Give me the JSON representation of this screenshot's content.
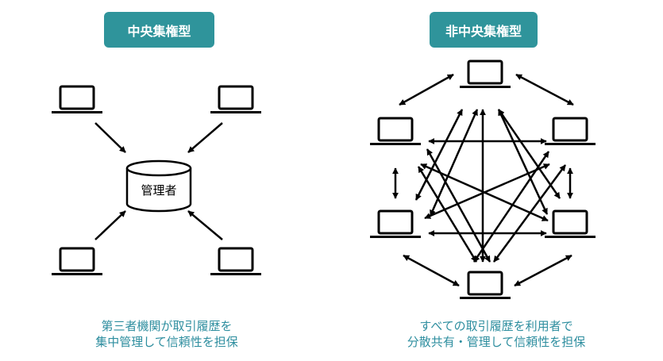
{
  "colors": {
    "accent": "#2f949b",
    "caption": "#2e8e9f",
    "line": "#000000"
  },
  "left_panel": {
    "title": "中央集権型",
    "center_node_label": "管理者",
    "caption_line1": "第三者機関が取引履歴を",
    "caption_line2": "集中管理して信頼性を担保"
  },
  "right_panel": {
    "title": "非中央集権型",
    "caption_line1": "すべての取引履歴を利用者で",
    "caption_line2": "分散共有・管理して信頼性を担保"
  },
  "icons": {
    "node": "laptop-icon",
    "server": "database-icon"
  }
}
